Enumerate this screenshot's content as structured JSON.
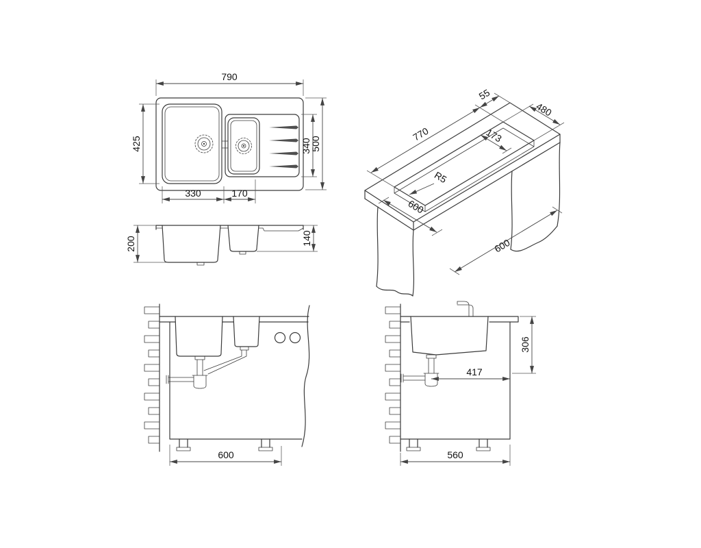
{
  "colors": {
    "line": "#3a3a3a",
    "dimension": "#444444",
    "text": "#111111",
    "background": "#ffffff"
  },
  "views": {
    "top": {
      "overall_width": "790",
      "bowl_outer_height": "425",
      "recess_height": "340",
      "overall_depth": "500",
      "main_bowl_width": "330",
      "half_bowl_width": "170"
    },
    "iso": {
      "cutout_length": "770",
      "edge_distance": "55",
      "cutout_depth": "480",
      "corner_offset": "173",
      "corner_radius": "R5",
      "clearance_left": "600",
      "cabinet_min_width": "600"
    },
    "section": {
      "main_bowl_depth": "200",
      "half_bowl_depth": "140"
    },
    "front_install": {
      "cabinet_width": "600"
    },
    "side_install": {
      "under_counter_height": "306",
      "drain_distance": "417",
      "cabinet_depth": "560"
    }
  }
}
